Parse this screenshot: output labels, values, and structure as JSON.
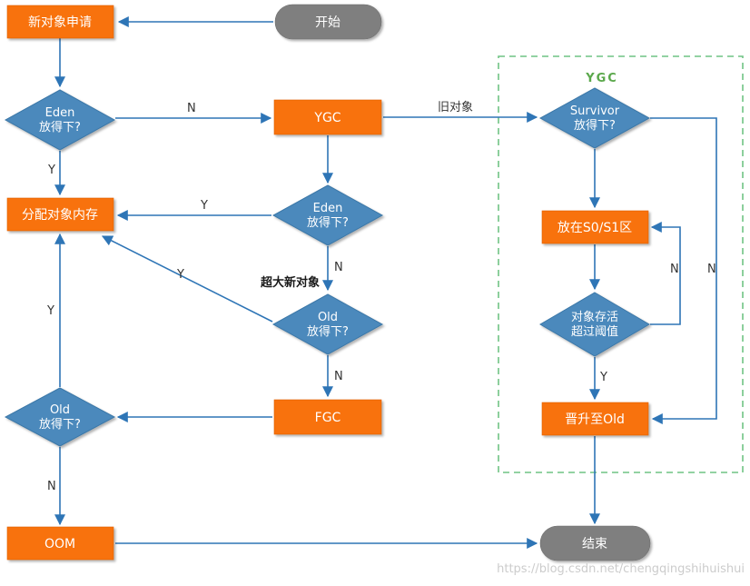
{
  "diagram": {
    "title": "JVM object allocation / GC flowchart",
    "colors": {
      "node_orange": "#F8720C",
      "node_blue": "#4B89BC",
      "node_gray": "#7F7F7F",
      "edge_blue": "#2E75B6",
      "group_green": "#6FC383"
    },
    "nodes": {
      "start": "开始",
      "new_object": "新对象申请",
      "eden1": [
        "Eden",
        "放得下?"
      ],
      "ygc": "YGC",
      "alloc": "分配对象内存",
      "eden2": [
        "Eden",
        "放得下?"
      ],
      "old_mid": [
        "Old",
        "放得下?"
      ],
      "fgc": "FGC",
      "old_left": [
        "Old",
        "放得下?"
      ],
      "oom": "OOM",
      "end": "结束",
      "survivor": [
        "Survivor",
        "放得下?"
      ],
      "s0s1": "放在S0/S1区",
      "alive": [
        "对象存活",
        "超过阈值"
      ],
      "promote": "晋升至Old",
      "group_ygc": "YGC"
    },
    "labels": {
      "eden1_no": "N",
      "eden1_yes": "Y",
      "eden2_yes": "Y",
      "eden2_no": "N",
      "big_object": "超大新对象",
      "old_mid_yes": "Y",
      "old_mid_no": "N",
      "old_left_yes": "Y",
      "old_left_no": "N",
      "old_object": "旧对象",
      "alive_no": "N",
      "survivor_no": "N",
      "alive_yes": "Y"
    },
    "watermark": "https://blog.csdn.net/chengqingshihuishui"
  }
}
